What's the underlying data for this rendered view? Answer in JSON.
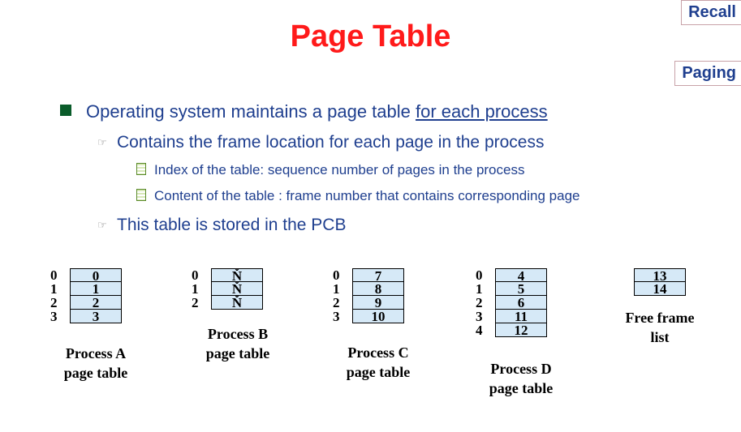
{
  "tags": {
    "recall": "Recall",
    "paging": "Paging"
  },
  "title": "Page Table",
  "bullets": {
    "main_prefix": "Operating system maintains a page table ",
    "main_underlined": "for each process",
    "sub1": "Contains the frame location for each page in the process",
    "sub1a": "Index of the table: sequence number of pages in the process",
    "sub1b": "Content of the table : frame number that contains corresponding page",
    "sub2": "This table is stored in the PCB"
  },
  "icons": {
    "level1": "square-bullet-icon",
    "level2": "pointing-hand-icon",
    "level3": "notepad-icon"
  },
  "tables": [
    {
      "caption_line1": "Process A",
      "caption_line2": "page table",
      "rows": [
        {
          "index": "0",
          "value": "0"
        },
        {
          "index": "1",
          "value": "1"
        },
        {
          "index": "2",
          "value": "2"
        },
        {
          "index": "3",
          "value": "3"
        }
      ]
    },
    {
      "caption_line1": "Process B",
      "caption_line2": "page table",
      "rows": [
        {
          "index": "0",
          "value": "Ň"
        },
        {
          "index": "1",
          "value": "Ň"
        },
        {
          "index": "2",
          "value": "Ň"
        }
      ]
    },
    {
      "caption_line1": "Process C",
      "caption_line2": "page table",
      "rows": [
        {
          "index": "0",
          "value": "7"
        },
        {
          "index": "1",
          "value": "8"
        },
        {
          "index": "2",
          "value": "9"
        },
        {
          "index": "3",
          "value": "10"
        }
      ]
    },
    {
      "caption_line1": "Process D",
      "caption_line2": "page table",
      "rows": [
        {
          "index": "0",
          "value": "4"
        },
        {
          "index": "1",
          "value": "5"
        },
        {
          "index": "2",
          "value": "6"
        },
        {
          "index": "3",
          "value": "11"
        },
        {
          "index": "4",
          "value": "12"
        }
      ]
    }
  ],
  "free_frames": {
    "caption_line1": "Free frame",
    "caption_line2": "list",
    "values": [
      "13",
      "14"
    ]
  },
  "colors": {
    "title": "#ff1a1a",
    "text": "#1f3f8f",
    "bullet": "#0a5c2a",
    "cell_fill": "#d6e9f7"
  }
}
